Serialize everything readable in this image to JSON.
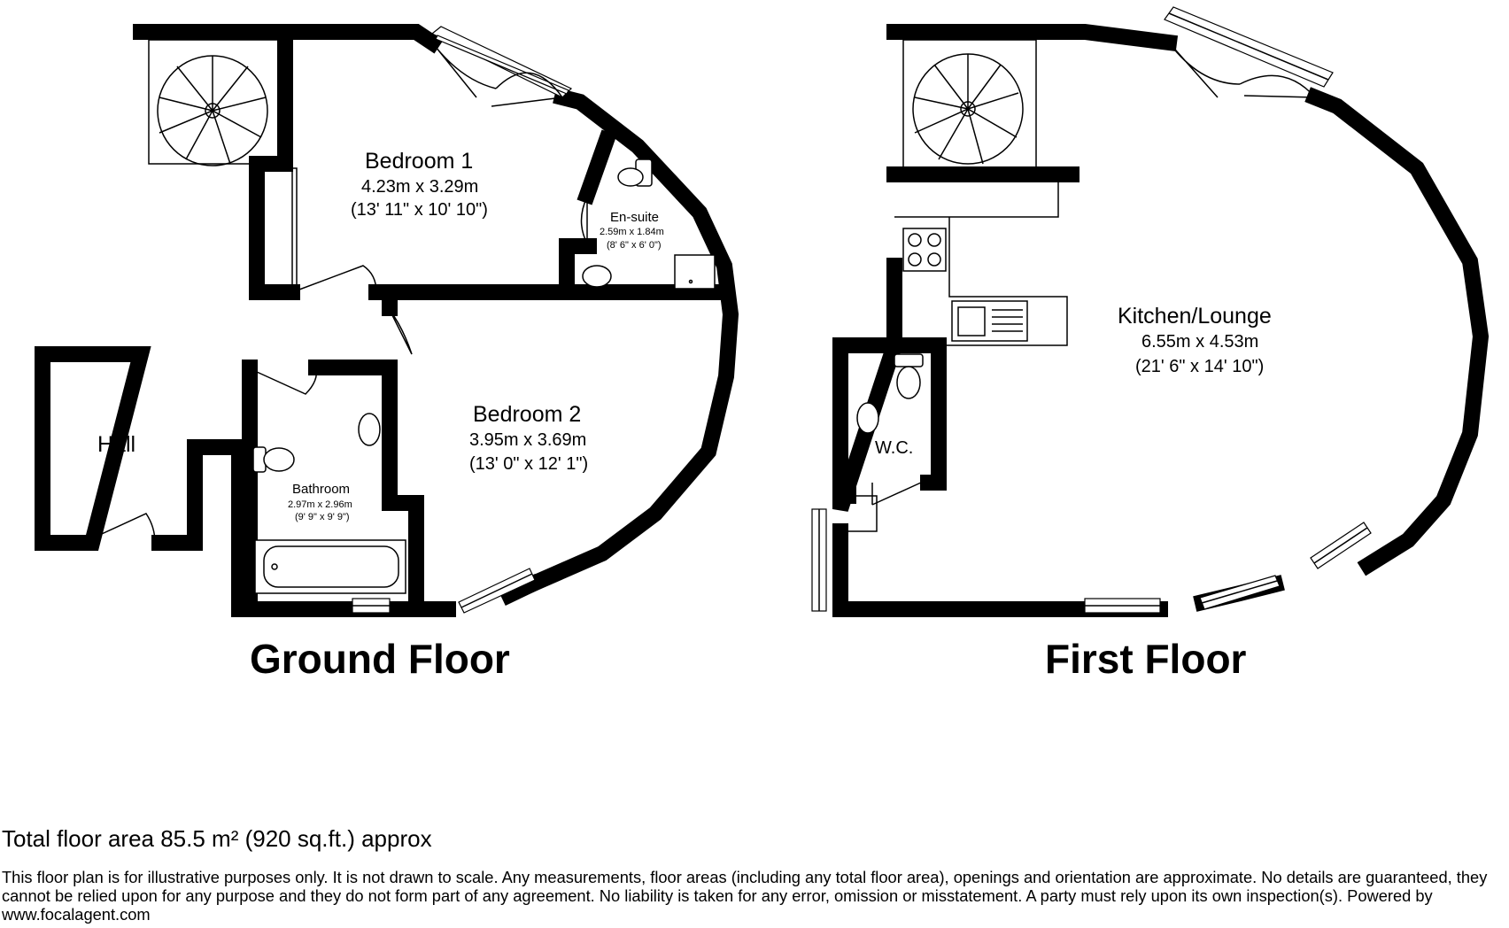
{
  "ground_floor": {
    "title": "Ground Floor",
    "rooms": [
      {
        "name": "Hall",
        "dims": "",
        "dims_imperial": ""
      },
      {
        "name": "Bedroom 1",
        "dims": "4.23m x 3.29m",
        "dims_imperial": "(13' 11\" x 10' 10\")"
      },
      {
        "name": "En-suite",
        "dims": "2.59m x 1.84m",
        "dims_imperial": "(8' 6\" x 6' 0\")"
      },
      {
        "name": "Bedroom 2",
        "dims": "3.95m x 3.69m",
        "dims_imperial": "(13' 0\" x 12' 1\")"
      },
      {
        "name": "Bathroom",
        "dims": "2.97m x 2.96m",
        "dims_imperial": "(9' 9\" x 9' 9\")"
      }
    ]
  },
  "first_floor": {
    "title": "First Floor",
    "rooms": [
      {
        "name": "Kitchen/Lounge",
        "dims": "6.55m x 4.53m",
        "dims_imperial": "(21' 6\" x 14' 10\")"
      },
      {
        "name": "W.C.",
        "dims": "",
        "dims_imperial": ""
      }
    ]
  },
  "footer": {
    "total_area": "Total floor area 85.5 m² (920 sq.ft.) approx",
    "disclaimer": "This floor plan is for illustrative purposes only. It is not drawn to scale. Any measurements, floor areas (including any total floor area), openings and orientation are approximate. No details are guaranteed, they cannot be relied upon for any purpose and they do not form part of any agreement. No liability is taken for any error, omission or misstatement. A party must rely upon its own inspection(s). Powered by www.focalagent.com"
  }
}
